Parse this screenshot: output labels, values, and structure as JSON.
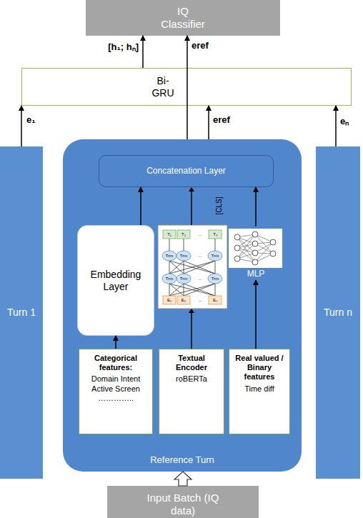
{
  "diagram": {
    "nodes": [
      {
        "text": [
          "IQ Classifier"
        ]
      },
      {
        "text": [
          "Bi- GRU"
        ]
      },
      {
        "text": [
          "Turn 1"
        ]
      },
      {
        "text": [
          "Reference Turn"
        ]
      },
      {
        "text": [
          "Concatenation Layer"
        ],
        "in": 3
      },
      {
        "text": [
          "Embedding Layer"
        ],
        "in": 3
      },
      {
        "text": [
          "MLP"
        ],
        "in": 3
      },
      {
        "text": [
          "Categorical features:",
          "Domain Intent Active Screen ………….."
        ],
        "in": 3
      },
      {
        "text": [
          "Textual Encoder",
          "roBERTa"
        ],
        "in": 3
      },
      {
        "text": [
          "Real valued / Binary features",
          "Time diff"
        ],
        "in": 3
      },
      {
        "text": [
          "Turn n"
        ]
      },
      {
        "text": [
          "Input Batch (IQ data)"
        ]
      }
    ],
    "edges": [
      {
        "from": 1,
        "to": 0,
        "arrow": "to",
        "label": "[h₁; hₙ]"
      },
      {
        "from": 3,
        "to": 0,
        "arrow": "to",
        "label": "eref"
      },
      {
        "from": 3,
        "to": 1,
        "arrow": "to",
        "label": "eref"
      },
      {
        "from": 2,
        "to": 1,
        "arrow": "to",
        "label": "e₁"
      },
      {
        "from": 10,
        "to": 1,
        "arrow": "to",
        "label": "eₙ"
      },
      {
        "from": 5,
        "to": 4,
        "arrow": "to"
      },
      {
        "from": 6,
        "to": 4,
        "arrow": "to"
      },
      {
        "from": 7,
        "to": 5,
        "arrow": "to"
      },
      {
        "from": 9,
        "to": 6,
        "arrow": "to"
      },
      {
        "from": 11,
        "to": 3,
        "arrow": "to"
      }
    ],
    "labels": [
      "T₁",
      "T₂",
      "...",
      "Tₙ",
      "Trm",
      "Trm",
      "...",
      "Trm",
      "Trm",
      "Trm",
      "...",
      "Trm",
      "E₁",
      "E₂",
      "...",
      "Eₙ",
      "[CLS]"
    ]
  }
}
